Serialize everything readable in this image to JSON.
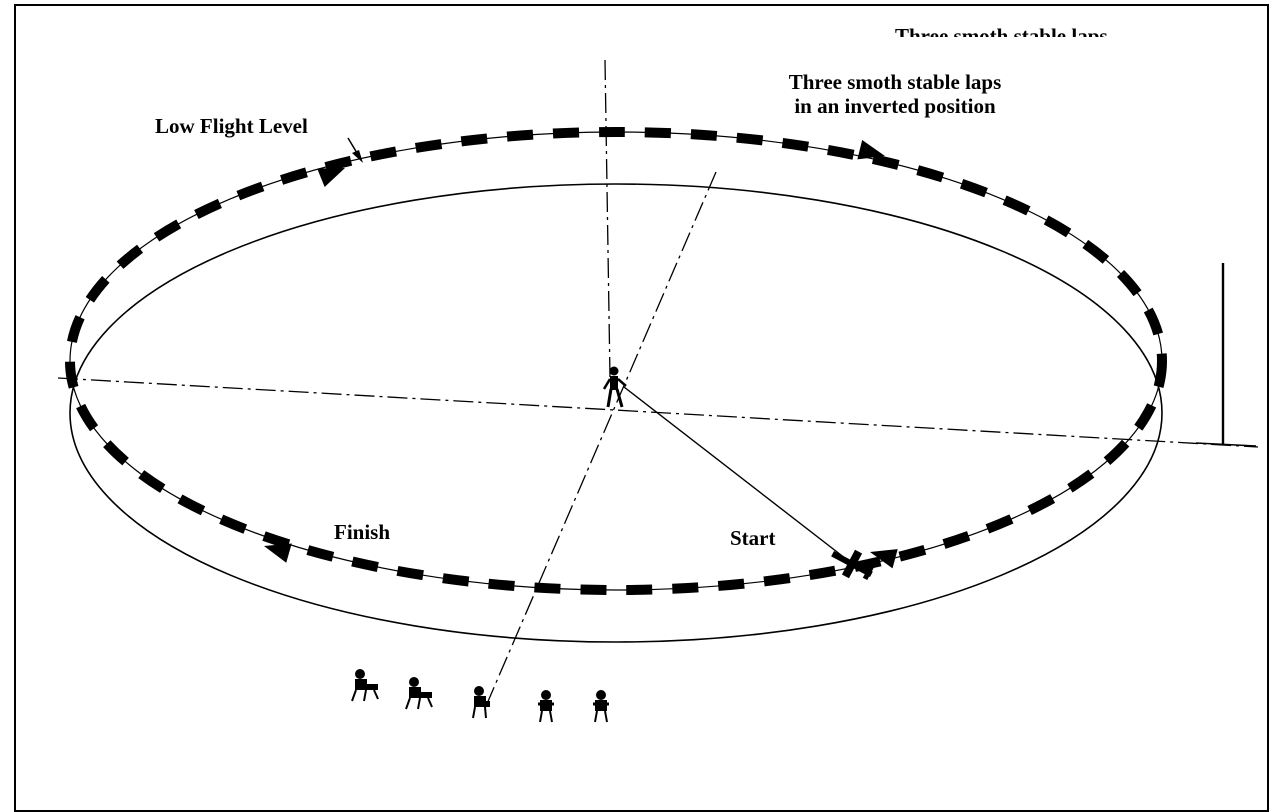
{
  "labels": {
    "laps_line1": "Three smoth stable laps",
    "laps_line2": "in an inverted position",
    "low_flight_level": "Low Flight Level",
    "finish": "Finish",
    "start": "Start",
    "cut_off_text": "Three smoth stable laps"
  },
  "colors": {
    "ink": "#000000",
    "background": "#ffffff"
  },
  "icons": [
    "pilot-figure-icon",
    "model-aircraft-icon",
    "judge-figure-icon"
  ],
  "judges_count": 5
}
